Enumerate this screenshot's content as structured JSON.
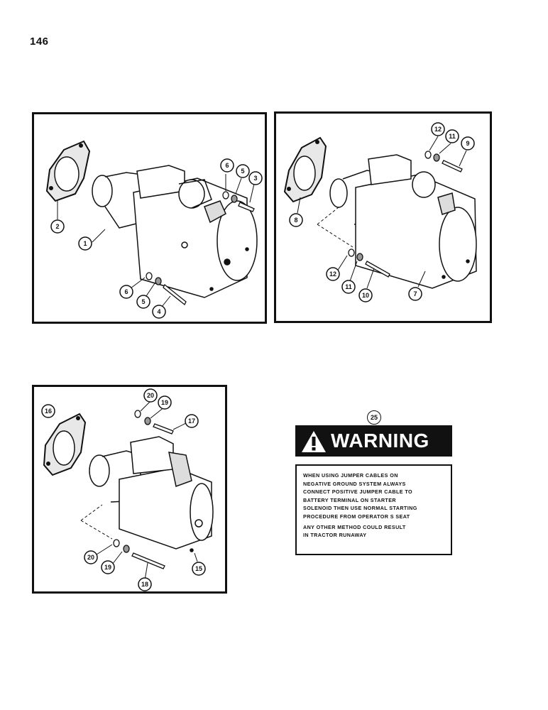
{
  "page": {
    "number": "146"
  },
  "panels": [
    {
      "id": "a",
      "callouts": [
        "1",
        "2",
        "3",
        "4",
        "5",
        "6",
        "5",
        "6"
      ]
    },
    {
      "id": "b",
      "callouts": [
        "7",
        "8",
        "9",
        "10",
        "11",
        "12",
        "11",
        "12"
      ]
    },
    {
      "id": "c",
      "callouts": [
        "15",
        "16",
        "17",
        "18",
        "19",
        "20",
        "19",
        "20"
      ]
    }
  ],
  "warning_decal": {
    "callout": "25",
    "title": "WARNING",
    "lines": [
      "WHEN USING JUMPER CABLES ON",
      "NEGATIVE GROUND SYSTEM ALWAYS",
      "CONNECT POSITIVE JUMPER CABLE TO",
      "BATTERY TERMINAL ON STARTER",
      "SOLENOID THEN USE NORMAL STARTING",
      "PROCEDURE  FROM OPERATOR S SEAT",
      "ANY OTHER METHOD COULD RESULT",
      "IN TRACTOR RUNAWAY"
    ]
  }
}
